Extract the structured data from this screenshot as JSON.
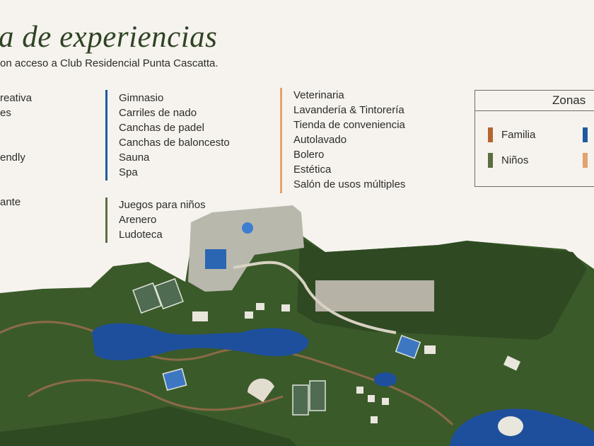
{
  "header": {
    "title": "a de experiencias",
    "subtitle": "on acceso a Club Residencial Punta Cascatta."
  },
  "columns": {
    "left_partial": [
      "reativa",
      "es",
      "",
      "",
      "endly",
      "",
      "",
      "ante"
    ],
    "fitness": [
      "Gimnasio",
      "Carriles de nado",
      "Canchas de padel",
      "Canchas de baloncesto",
      "Sauna",
      "Spa"
    ],
    "kids": [
      "Juegos para niños",
      "Arenero",
      "Ludoteca"
    ],
    "services": [
      "Veterinaria",
      "Lavandería & Tintorería",
      "Tienda de conveniencia",
      "Autolavado",
      "Bolero",
      "Estética",
      "Salón de usos múltiples"
    ]
  },
  "zones": {
    "title": "Zonas",
    "items": [
      {
        "label": "Familia",
        "color": "#b5652f"
      },
      {
        "label": "Niños",
        "color": "#5a6e3f"
      },
      {
        "label": "",
        "color": "#1f5a9e"
      },
      {
        "label": "",
        "color": "#e1a36e"
      }
    ]
  },
  "colors": {
    "fitness_bar": "#1f5a9e",
    "kids_bar": "#5a6e3f",
    "services_bar": "#e1a36e",
    "terrain": "#3b5a2a",
    "water": "#1e4f9c"
  },
  "map": {
    "image": "aerial model of residential club"
  }
}
